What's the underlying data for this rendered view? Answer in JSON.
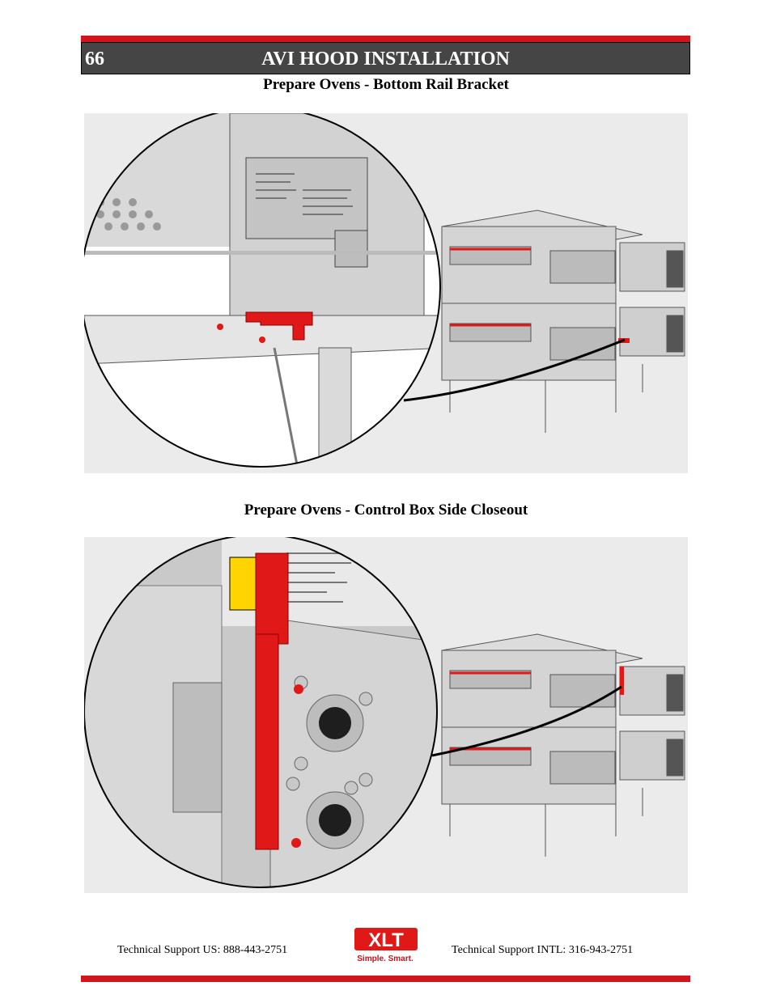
{
  "header": {
    "page_number": "66",
    "title": "AVI HOOD INSTALLATION"
  },
  "sections": [
    {
      "heading": "Prepare Ovens - Bottom Rail Bracket"
    },
    {
      "heading": "Prepare Ovens - Control Box Side Closeout"
    }
  ],
  "footer": {
    "support_us": "Technical Support  US:  888-443-2751",
    "support_intl": "Technical Support  INTL:  316-943-2751",
    "logo_text": "XLT",
    "logo_tagline": "Simple. Smart."
  },
  "colors": {
    "accent_red": "#d0161c",
    "header_gray": "#454545",
    "oven_red": "#e01818"
  }
}
